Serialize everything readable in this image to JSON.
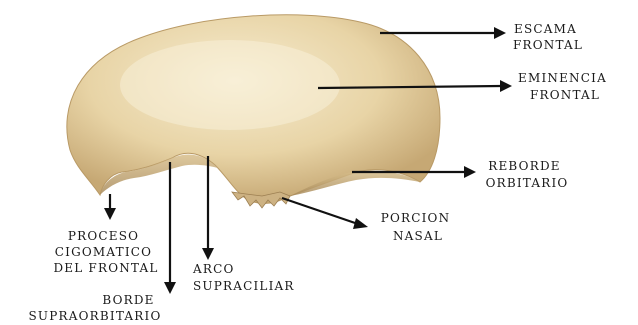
{
  "colors": {
    "bone_light": "#f3e6c4",
    "bone_mid": "#e4cf9e",
    "bone_shadow": "#b99a66",
    "arrow": "#111111",
    "text": "#1a1a1a"
  },
  "labels": {
    "escama": [
      "ESCAMA",
      "FRONTAL"
    ],
    "eminencia": [
      "EMINENCIA",
      "FRONTAL"
    ],
    "reborde": [
      "REBORDE",
      "ORBITARIO"
    ],
    "porcion": [
      "PORCION",
      "NASAL"
    ],
    "proceso": [
      "PROCESO",
      "CIGOMATICO",
      "DEL FRONTAL"
    ],
    "arco": [
      "ARCO",
      "SUPRACILIAR"
    ],
    "borde": [
      "BORDE",
      "SUPRAORBITARIO"
    ]
  }
}
